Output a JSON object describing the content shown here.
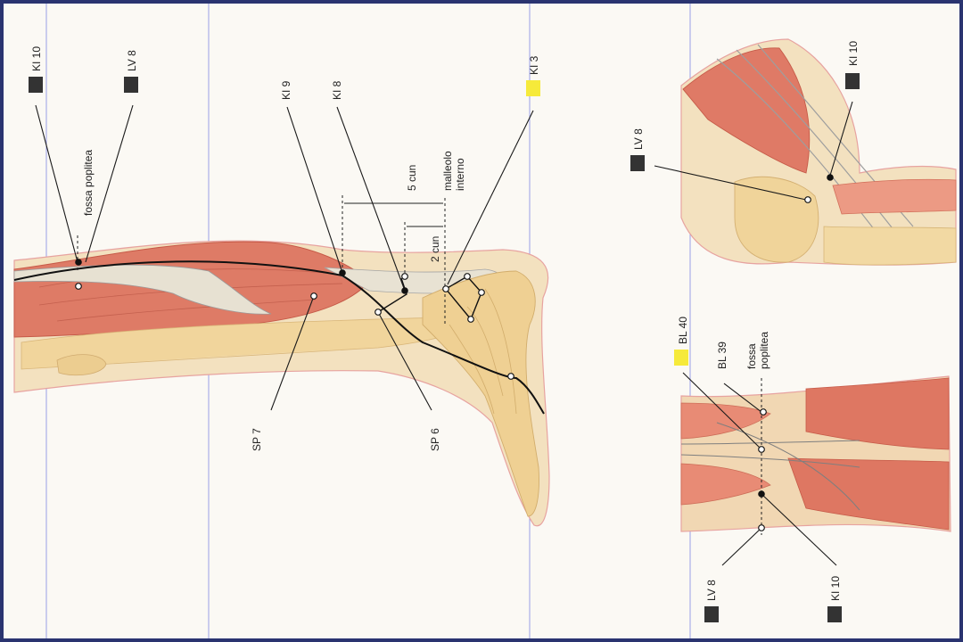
{
  "colors": {
    "frame": "#2a3470",
    "background": "#fbf9f4",
    "guide_line": "#9aa0e6",
    "muscle": "#df7862",
    "tendon": "#e9e1cf",
    "bone": "#f2d9a3",
    "marker_dark": "#333333",
    "marker_highlight": "#f6ea3a"
  },
  "points": {
    "ki10": "KI 10",
    "lv8": "LV 8",
    "ki9": "KI 9",
    "ki8": "KI 8",
    "ki3": "KI 3",
    "sp7": "SP 7",
    "sp6": "SP 6",
    "bl40": "BL 40",
    "bl39": "BL 39"
  },
  "annotations": {
    "fossa_poplitea": "fossa poplitea",
    "five_cun": "5 cun",
    "two_cun": "2 cun",
    "malleolo_l1": "malleolo",
    "malleolo_l2": "interno",
    "fossa_l1": "fossa",
    "fossa_l2": "poplitea"
  }
}
